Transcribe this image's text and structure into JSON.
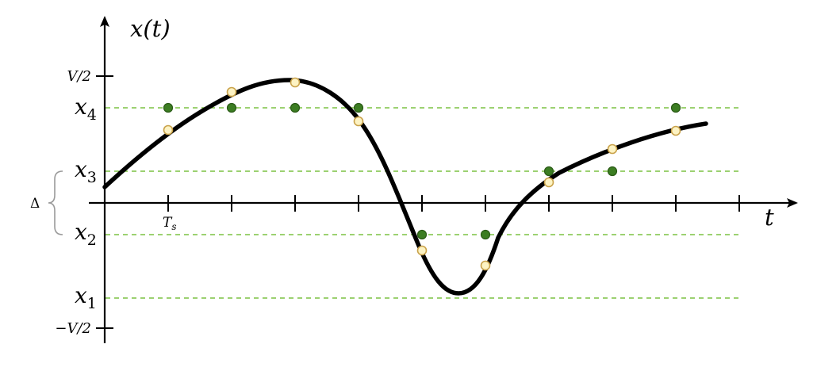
{
  "figure": {
    "y_axis_label": "x(t)",
    "x_axis_label": "t",
    "y_tick_top": "V/2",
    "y_tick_bottom": "−V/2",
    "sampling_label": "T",
    "sampling_label_sub": "s",
    "delta_label": "Δ",
    "levels": [
      {
        "name": "x",
        "sub": "4",
        "value": 4
      },
      {
        "name": "x",
        "sub": "3",
        "value": 3
      },
      {
        "name": "x",
        "sub": "2",
        "value": 2
      },
      {
        "name": "x",
        "sub": "1",
        "value": 1
      }
    ]
  },
  "colors": {
    "curve": "#000000",
    "level_line": "#7cc242",
    "quantized_fill": "#3c7d22",
    "quantized_stroke": "#2a5a16",
    "sample_fill": "#fdf3c3",
    "sample_stroke": "#c9a24a",
    "brace": "#9a9a9a"
  }
}
